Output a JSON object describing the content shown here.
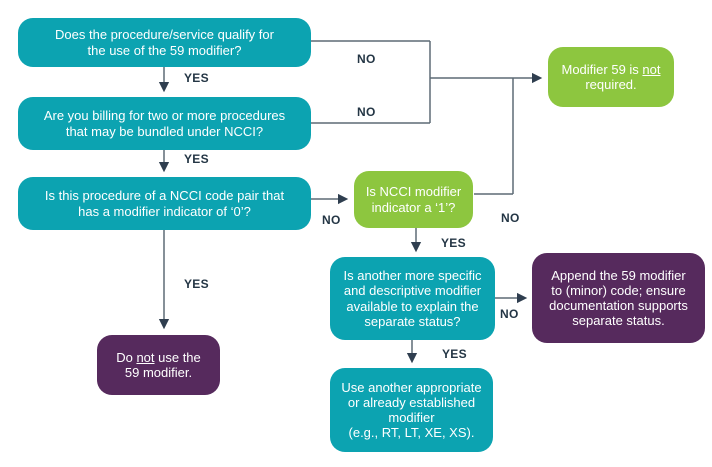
{
  "palette": {
    "teal": "#0ca3b1",
    "green": "#8dc63f",
    "purple": "#562a5d",
    "line": "#5d6a75",
    "arrowhead": "#2f3e4f",
    "label_text": "#243645",
    "background": "#ffffff"
  },
  "labels": {
    "yes": "YES",
    "no": "NO"
  },
  "nodes": {
    "q_qualify": {
      "lines": [
        "Does the procedure/service qualify for",
        "the use of the 59 modifier?"
      ]
    },
    "q_billing": {
      "lines": [
        "Are you billing for two or more procedures",
        "that may be bundled under NCCI?"
      ]
    },
    "q_code_pair": {
      "lines": [
        "Is this procedure of a NCCI code pair that",
        "has a modifier indicator of ‘0’?"
      ]
    },
    "not_required": {
      "pre": "Modifier 59 is ",
      "underlined": "not",
      "line2": "required."
    },
    "q_indicator_1": {
      "lines": [
        "Is NCCI modifier",
        "indicator a ‘1’?"
      ]
    },
    "q_other_modifier": {
      "lines": [
        "Is another more specific",
        "and descriptive modifier",
        "available to explain the",
        "separate status?"
      ]
    },
    "append_59": {
      "lines": [
        "Append the 59 modifier",
        "to (minor) code; ensure",
        "documentation supports",
        "separate status."
      ]
    },
    "do_not_use": {
      "pre": "Do ",
      "underlined": "not",
      "post": " use the",
      "line2": "59 modifier."
    },
    "use_another": {
      "lines": [
        "Use another appropriate",
        "or already established",
        "modifier",
        "(e.g., RT, LT, XE, XS)."
      ]
    }
  }
}
